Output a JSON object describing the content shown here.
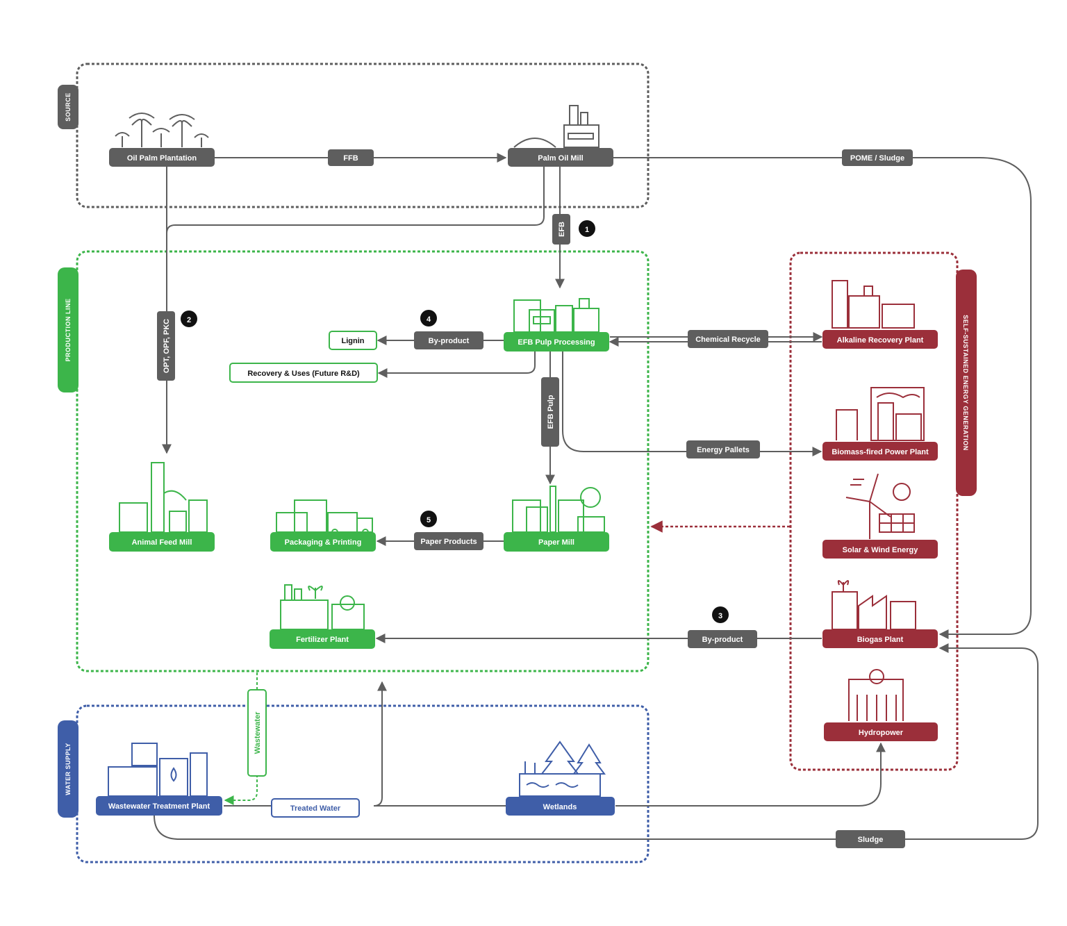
{
  "colors": {
    "gray": "#5e5e5e",
    "green": "#3cb54a",
    "red": "#9b2f3a",
    "blue": "#3f5ea8",
    "white": "#ffffff"
  },
  "sections": {
    "source": "SOURCE",
    "production": "PRODUCTION LINE",
    "water": "WATER SUPPLY",
    "energy": "SELF-SUSTAINED ENERGY GENERATION"
  },
  "nodes": {
    "oil_palm_plantation": "Oil Palm Plantation",
    "palm_oil_mill": "Palm Oil Mill",
    "efb_pulp_processing": "EFB Pulp Processing",
    "lignin": "Lignin",
    "recovery_uses": "Recovery & Uses (Future R&D)",
    "animal_feed_mill": "Animal Feed Mill",
    "packaging_printing": "Packaging & Printing",
    "paper_mill": "Paper Mill",
    "fertilizer_plant": "Fertilizer Plant",
    "alkaline_recovery": "Alkaline Recovery Plant",
    "biomass_power": "Biomass-fired Power Plant",
    "solar_wind": "Solar & Wind Energy",
    "biogas_plant": "Biogas Plant",
    "hydropower": "Hydropower",
    "wastewater_plant": "Wastewater Treatment Plant",
    "wetlands": "Wetlands"
  },
  "flows": {
    "ffb": "FFB",
    "pome_sludge": "POME / Sludge",
    "efb": "EFB",
    "opt_opf_pkc": "OPT, OPF, PKC",
    "byproduct_lignin": "By-product",
    "chemical_recycle": "Chemical Recycle",
    "efb_pulp": "EFB Pulp",
    "energy_pallets": "Energy Pallets",
    "paper_products": "Paper Products",
    "byproduct_biogas": "By-product",
    "wastewater": "Wastewater",
    "treated_water": "Treated Water",
    "sludge": "Sludge"
  },
  "markers": [
    "1",
    "2",
    "3",
    "4",
    "5"
  ]
}
